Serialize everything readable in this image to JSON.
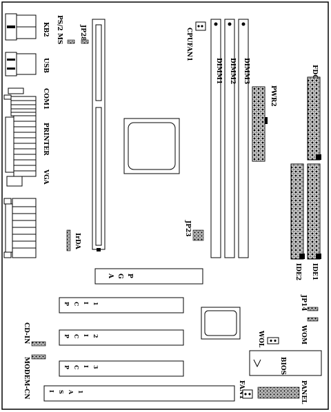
{
  "labels": {
    "kb2": "KB2",
    "ps2ms": "PS/2 MS",
    "usb": "USB",
    "com1": "COM1",
    "printer": "PRINTER",
    "vga": "VGA",
    "jp28": "JP28",
    "cpufan1": "CPUFAN1",
    "dimm1": "DIMM1",
    "dimm2": "DIMM2",
    "dimm3": "DIMM3",
    "pwr2": "PWR2",
    "fdc": "FDC",
    "irda": "IrDA",
    "jp23": "JP23",
    "ide2": "IDE2",
    "ide1": "IDE1",
    "jp14": "JP14",
    "wom": "WOM",
    "wol": "WOL",
    "bios": "BIOS",
    "cd_in": "CD-IN",
    "modem_cn": "MODEM-CN",
    "fan1": "FAN1",
    "panel": "PANEL",
    "agp": [
      "A",
      "G",
      "P"
    ],
    "pci1": [
      "P",
      "C",
      "I",
      "1"
    ],
    "pci2": [
      "P",
      "C",
      "I",
      "2"
    ],
    "pci3": [
      "P",
      "C",
      "I",
      "3"
    ],
    "isa1": [
      "I",
      "S",
      "A",
      "1"
    ]
  }
}
